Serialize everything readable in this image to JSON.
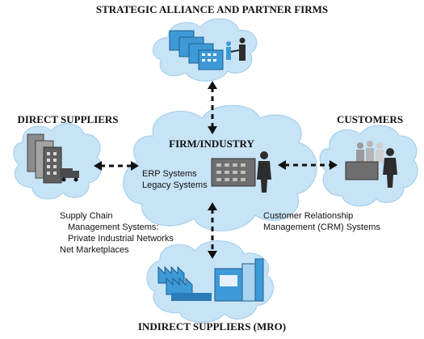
{
  "headings": {
    "top": "STRATEGIC ALLIANCE AND PARTNER FIRMS",
    "left": "DIRECT SUPPLIERS",
    "right": "CUSTOMERS",
    "center": "FIRM/INDUSTRY",
    "bottom": "INDIRECT SUPPLIERS (MRO)"
  },
  "labels": {
    "center_line1": "ERP Systems",
    "center_line2": "Legacy Systems",
    "left_line1": "Supply Chain",
    "left_line2": "Management Systems:",
    "left_line3": "Private Industrial Networks",
    "left_line4": "Net Marketplaces",
    "right_line1": "Customer Relationship",
    "right_line2": "Management (CRM) Systems"
  },
  "colors": {
    "cloud": "#c7e3f6",
    "cloud_edge": "#9ecbea",
    "blue_box": "#3d9ad6",
    "gray_box": "#6e6e6e",
    "figure": "#2c2c2c"
  },
  "icons": [
    "partner-screens-icon",
    "supplier-buildings-truck-icon",
    "firm-factory-person-icon",
    "customers-counter-icon",
    "mro-factory-and-boxes-icon"
  ]
}
